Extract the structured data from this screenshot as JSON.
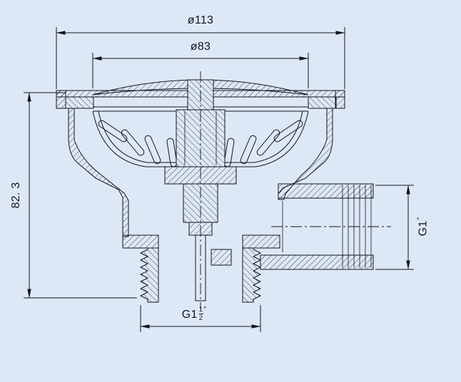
{
  "page": {
    "background_color": "#dde8f6",
    "line_color": "#15151a",
    "drawing_type": "sink-strainer-cross-section"
  },
  "dimensions": {
    "outer_diameter": "ø113",
    "inner_diameter": "ø83",
    "overall_height": "82. 3",
    "side_thread": "G1",
    "side_thread_unit": "″",
    "bottom_thread": "G1",
    "bottom_thread_fraction_numerator": "1",
    "bottom_thread_fraction_denominator": "2",
    "bottom_thread_unit": "″"
  }
}
